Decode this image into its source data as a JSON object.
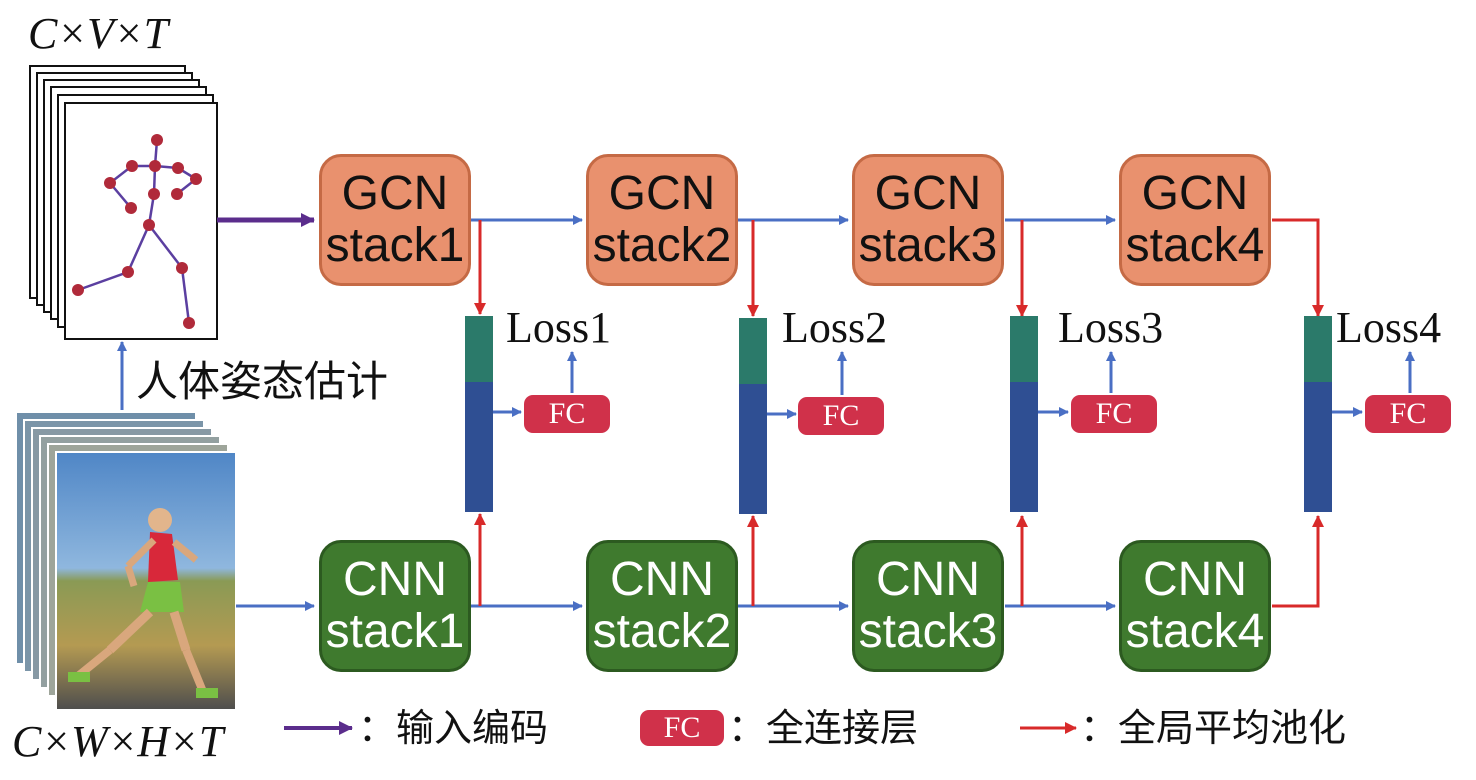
{
  "dims": {
    "skeleton": "C×V×T",
    "video": "C×W×H×T"
  },
  "pose_label": "人体姿态估计",
  "gcn_blocks": [
    {
      "line1": "GCN",
      "line2": "stack1"
    },
    {
      "line1": "GCN",
      "line2": "stack2"
    },
    {
      "line1": "GCN",
      "line2": "stack3"
    },
    {
      "line1": "GCN",
      "line2": "stack4"
    }
  ],
  "cnn_blocks": [
    {
      "line1": "CNN",
      "line2": "stack1"
    },
    {
      "line1": "CNN",
      "line2": "stack2"
    },
    {
      "line1": "CNN",
      "line2": "stack3"
    },
    {
      "line1": "CNN",
      "line2": "stack4"
    }
  ],
  "losses": [
    "Loss1",
    "Loss2",
    "Loss3",
    "Loss4"
  ],
  "fc_label": "FC",
  "legend": {
    "input_encoding": "：输入编码",
    "fc_label": "FC",
    "fully_connected": "：全连接层",
    "global_avg_pool": "：全局平均池化"
  },
  "colors": {
    "gcn": "#e9916e",
    "cnn": "#3f7a2e",
    "fc": "#d0314a",
    "blue_arrow": "#4a6fc4",
    "red_arrow": "#d82a2a",
    "purple_arrow": "#5b2d8c",
    "feature_top": "#2b7a6a",
    "feature_bottom": "#2f4f93"
  }
}
